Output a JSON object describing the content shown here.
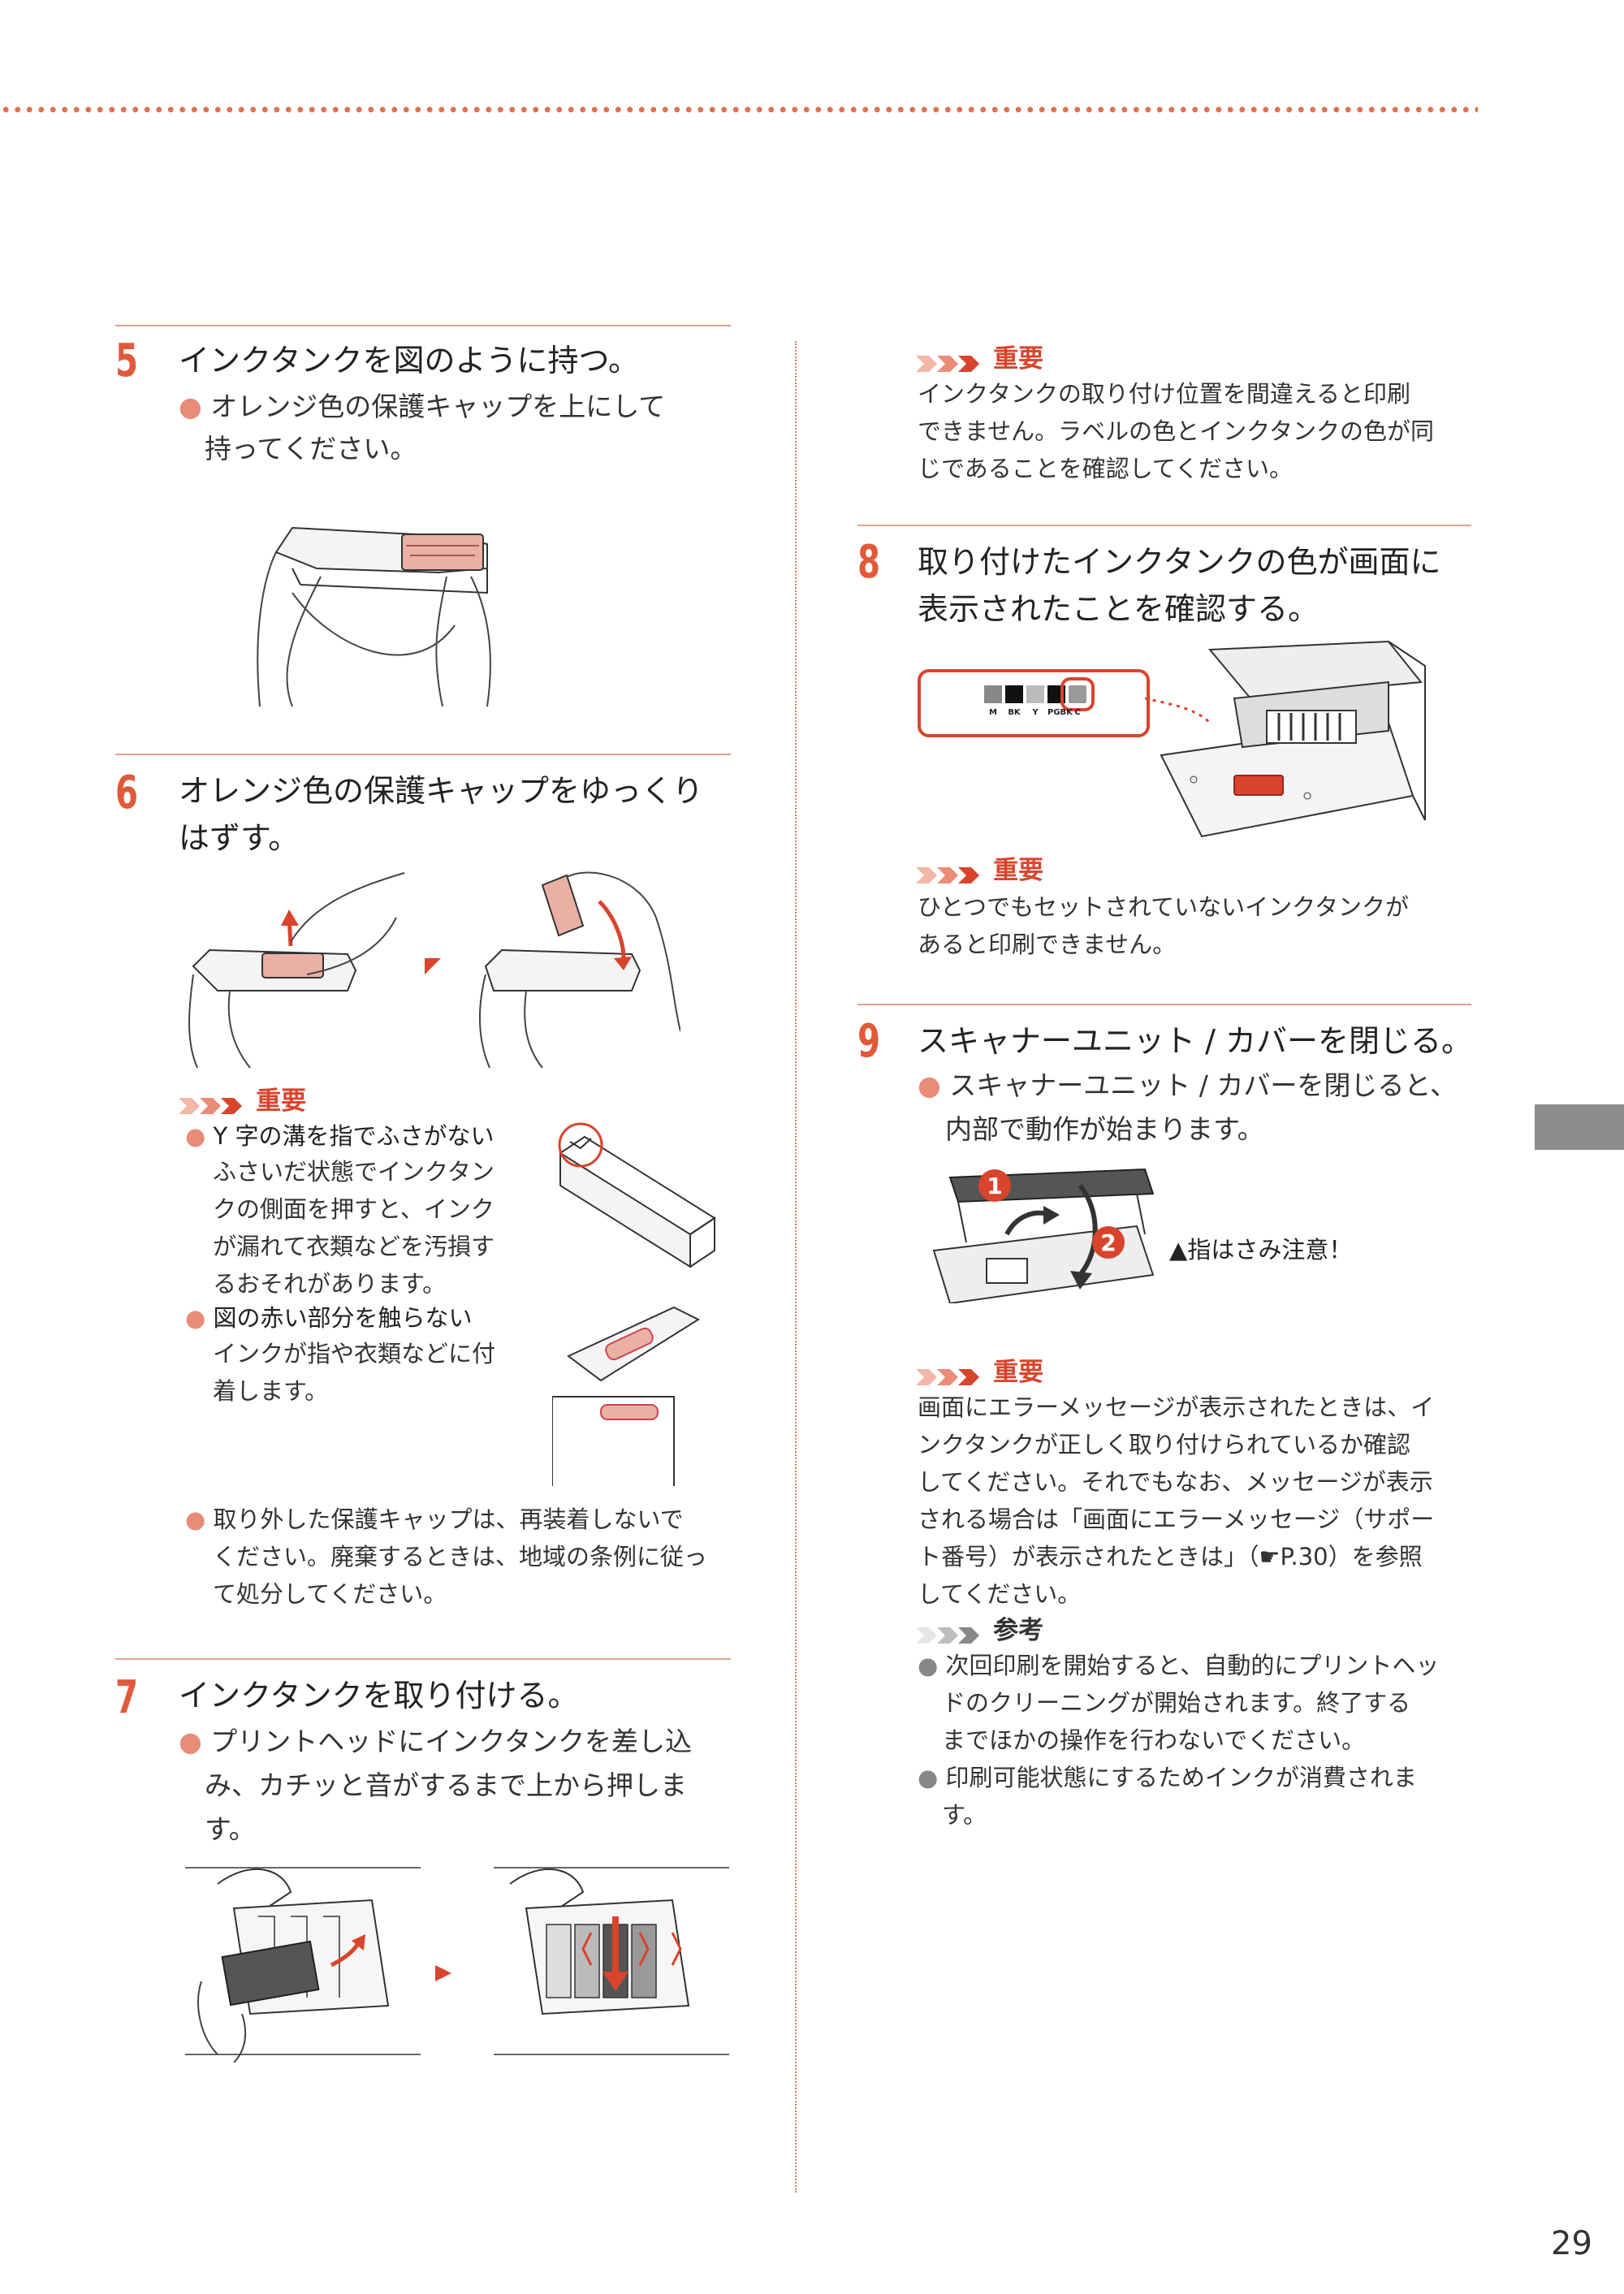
{
  "page_number": "29",
  "steps": {
    "s5": {
      "num": "5",
      "title": "インクタンクを図のように持つ。",
      "bullet_1": "オレンジ色の保護キャップを上にして",
      "bullet_2": "持ってください。"
    },
    "s6": {
      "num": "6",
      "title_1": "オレンジ色の保護キャップをゆっくり",
      "title_2": "はずす。",
      "important_label": "重要",
      "imp1_head": "Y 字の溝を指でふさがない",
      "imp1_lines": [
        "ふさいだ状態でインクタン",
        "クの側面を押すと、インク",
        "が漏れて衣類などを汚損す",
        "るおそれがあります。"
      ],
      "imp2_head": "図の赤い部分を触らない",
      "imp2_lines": [
        "インクが指や衣類などに付",
        "着します。"
      ],
      "note_lines": [
        "取り外した保護キャップは、再装着しないで",
        "ください。廃棄するときは、地域の条例に従っ",
        "て処分してください。"
      ]
    },
    "s7": {
      "num": "7",
      "title": "インクタンクを取り付ける。",
      "bullet_lines": [
        "プリントヘッドにインクタンクを差し込",
        "み、カチッと音がするまで上から押しま",
        "す。"
      ]
    },
    "top_important": {
      "label": "重要",
      "lines": [
        "インクタンクの取り付け位置を間違えると印刷",
        "できません。ラベルの色とインクタンクの色が同",
        "じであることを確認してください。"
      ]
    },
    "s8": {
      "num": "8",
      "title_1": "取り付けたインクタンクの色が画面に",
      "title_2": "表示されたことを確認する。",
      "ink_labels": [
        "M",
        "BK",
        "Y",
        "PGBK",
        "C"
      ],
      "important_label": "重要",
      "imp_lines": [
        "ひとつでもセットされていないインクタンクが",
        "あると印刷できません。"
      ]
    },
    "s9": {
      "num": "9",
      "title": "スキャナーユニット / カバーを閉じる。",
      "bullet_lines": [
        "スキャナーユニット / カバーを閉じると、",
        "内部で動作が始まります。"
      ],
      "caution": "指はさみ注意！",
      "badge_1": "1",
      "badge_2": "2",
      "important_label": "重要",
      "imp_lines": [
        "画面にエラーメッセージが表示されたときは、イ",
        "ンクタンクが正しく取り付けられているか確認",
        "してください。それでもなお、メッセージが表示",
        "される場合は「画面にエラーメッセージ（サポー",
        "ト番号）が表示されたときは」（☛P.30）を参照",
        "してください。"
      ],
      "ref_label": "参考",
      "ref_lines_1": [
        "次回印刷を開始すると、自動的にプリントヘッ",
        "ドのクリーニングが開始されます。終了する",
        "までほかの操作を行わないでください。"
      ],
      "ref_lines_2": [
        "印刷可能状態にするためインクが消費されま",
        "す。"
      ]
    }
  },
  "colors": {
    "accent": "#e05a3a",
    "important": "#d9442c",
    "divider": "#e4a090",
    "tab": "#8c8c8c"
  }
}
